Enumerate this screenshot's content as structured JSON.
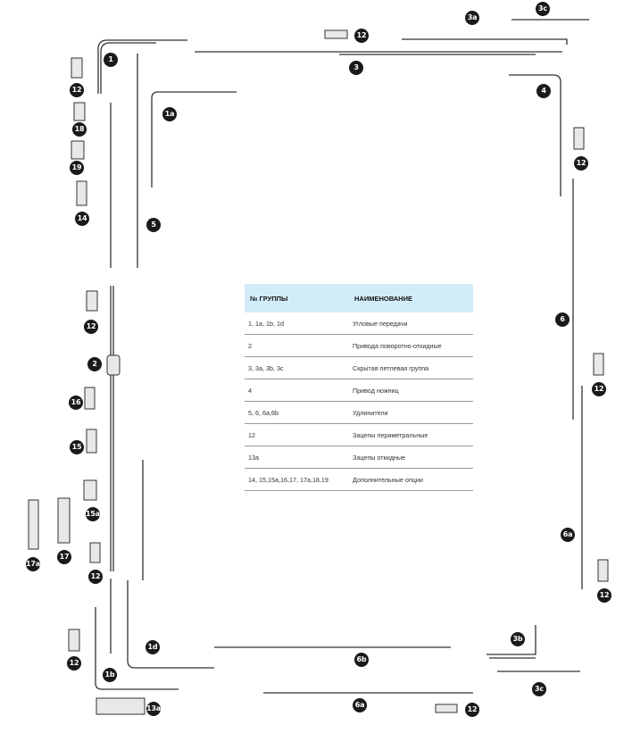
{
  "table": {
    "headers": [
      "№ ГРУППЫ",
      "НАИМЕНОВАНИЕ"
    ],
    "rows": [
      {
        "group": "1, 1a, 1b, 1d",
        "name": "Угловые передачи"
      },
      {
        "group": "2",
        "name": "Привода поворотно-откидные"
      },
      {
        "group": "3, 3a, 3b, 3c",
        "name": "Скрытая петлевая группа"
      },
      {
        "group": "4",
        "name": "Привод ножниц"
      },
      {
        "group": "5, 6, 6a,6b",
        "name": "Удлинители"
      },
      {
        "group": "12",
        "name": "Зацепы периметральные"
      },
      {
        "group": "13a",
        "name": "Зацепы откидные"
      },
      {
        "group": "14, 15,15a,16,17, 17a,18,19",
        "name": "Дополнительные опции"
      }
    ]
  },
  "labels": {
    "l1": "1",
    "l1a": "1a",
    "l1b": "1b",
    "l1d": "1d",
    "l2": "2",
    "l3": "3",
    "l3a": "3a",
    "l3b": "3b",
    "l3c": "3c",
    "l4": "4",
    "l5": "5",
    "l6": "6",
    "l6a": "6a",
    "l6b": "6b",
    "l12": "12",
    "l13a": "13a",
    "l14": "14",
    "l15": "15",
    "l15a": "15a",
    "l16": "16",
    "l17": "17",
    "l17a": "17a",
    "l18": "18",
    "l19": "19"
  },
  "colors": {
    "header_bg": "#d2ecfa",
    "badge": "#1a1a1a",
    "line": "#333333"
  }
}
